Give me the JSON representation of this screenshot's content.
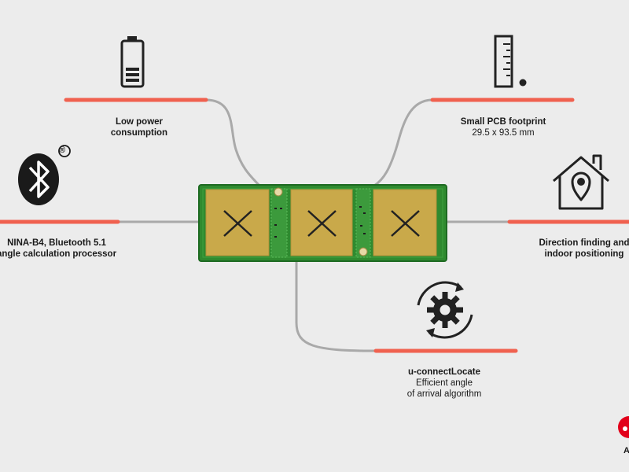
{
  "features": {
    "power": {
      "title": "Low power",
      "line2": "consumption",
      "icon": "battery-icon"
    },
    "pcb": {
      "title": "Small PCB footprint",
      "line2": "29.5 x 93.5 mm",
      "icon": "ruler-icon"
    },
    "bluetooth": {
      "title": "NINA-B4, Bluetooth 5.1",
      "line2": "angle calculation processor",
      "icon": "bluetooth-icon",
      "mark": "®"
    },
    "direction": {
      "title": "Direction finding and",
      "line2": "indoor positioning",
      "icon": "house-location-icon"
    },
    "algorithm": {
      "title": "u-connectLocate",
      "line2": "Efficient angle",
      "line3": "of arrival algorithm",
      "icon": "gear-cycle-icon"
    }
  },
  "brand": {
    "text": "A",
    "icon": "u-blox-logo-icon"
  },
  "colors": {
    "accent": "#f0614f",
    "connector": "#a9a9a9",
    "pcb_green": "#2f8a2f",
    "pad_gold": "#c9a94a",
    "background": "#ececec"
  }
}
